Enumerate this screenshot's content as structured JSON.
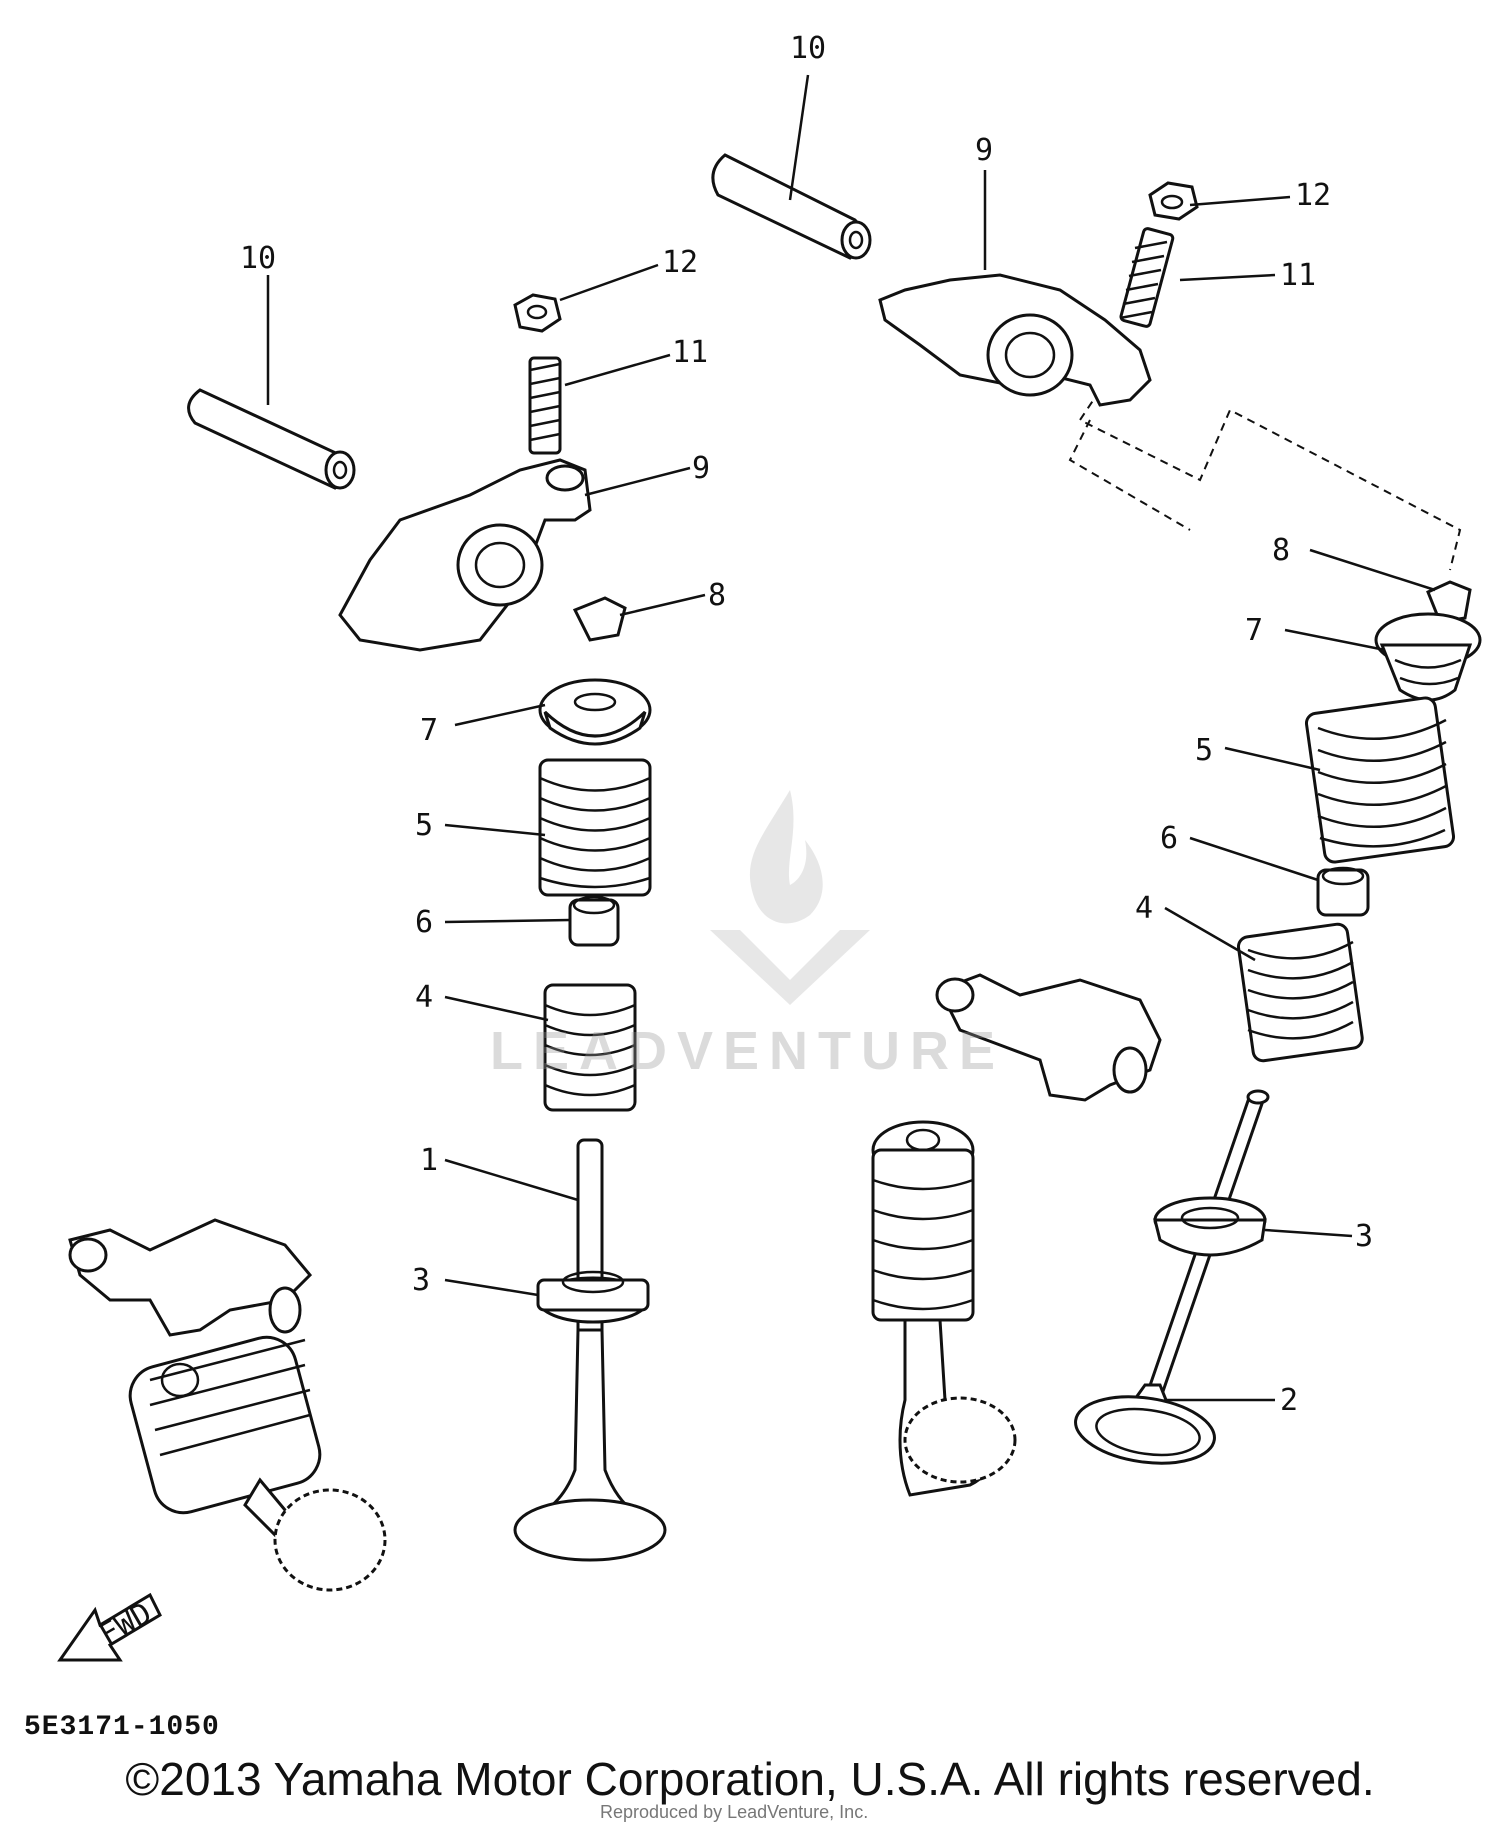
{
  "diagram": {
    "callouts": [
      "10",
      "10",
      "9",
      "9",
      "12",
      "12",
      "11",
      "11",
      "8",
      "8",
      "7",
      "7",
      "5",
      "5",
      "6",
      "6",
      "4",
      "4",
      "1",
      "3",
      "3",
      "2"
    ],
    "fwd_label": "FWD",
    "code": "5E3171-1050"
  },
  "watermark": {
    "text": "LEADVENTURE"
  },
  "footer": {
    "copyright": "©2013 Yamaha Motor Corporation, U.S.A. All rights reserved.",
    "reproduced": "Reproduced by LeadVenture, Inc."
  }
}
